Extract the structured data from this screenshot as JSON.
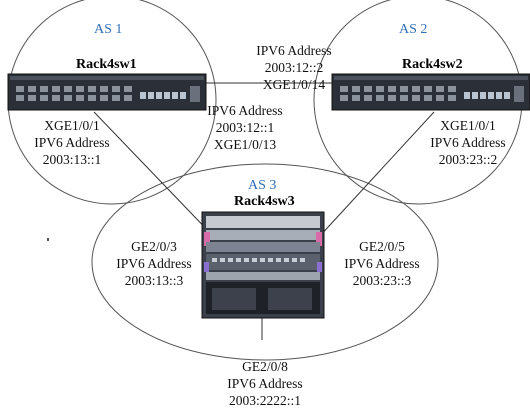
{
  "areas": [
    {
      "id": "as1",
      "label": "AS 1"
    },
    {
      "id": "as2",
      "label": "AS 2"
    },
    {
      "id": "as3",
      "label": "AS 3"
    }
  ],
  "devices": [
    {
      "id": "sw1",
      "name": "Rack4sw1"
    },
    {
      "id": "sw2",
      "name": "Rack4sw2"
    },
    {
      "id": "sw3",
      "name": "Rack4sw3"
    }
  ],
  "links": {
    "sw1_sw2": {
      "addr_label": "IPV6 Address",
      "sw2_ip": "2003:12::2",
      "sw2_port": "XGE1/0/14",
      "sw1_ip": "2003:12::1",
      "sw1_port": "XGE1/0/13"
    },
    "sw1_sw3": {
      "sw1_port": "XGE1/0/1",
      "sw1_addr_label": "IPV6 Address",
      "sw1_ip": "2003:13::1",
      "sw3_port": "GE2/0/3",
      "sw3_addr_label": "IPV6 Address",
      "sw3_ip": "2003:13::3"
    },
    "sw2_sw3": {
      "sw2_port": "XGE1/0/1",
      "sw2_addr_label": "IPV6 Address",
      "sw2_ip": "2003:23::2",
      "sw3_port": "GE2/0/5",
      "sw3_addr_label": "IPV6 Address",
      "sw3_ip": "2003:23::3"
    },
    "sw3_ext": {
      "port": "GE2/0/8",
      "addr_label": "IPV6 Address",
      "ip": "2003:2222::1"
    }
  },
  "colors": {
    "area_label": "#2f6fb6",
    "circle_stroke": "#555555",
    "device_body": "#2b2f38"
  }
}
